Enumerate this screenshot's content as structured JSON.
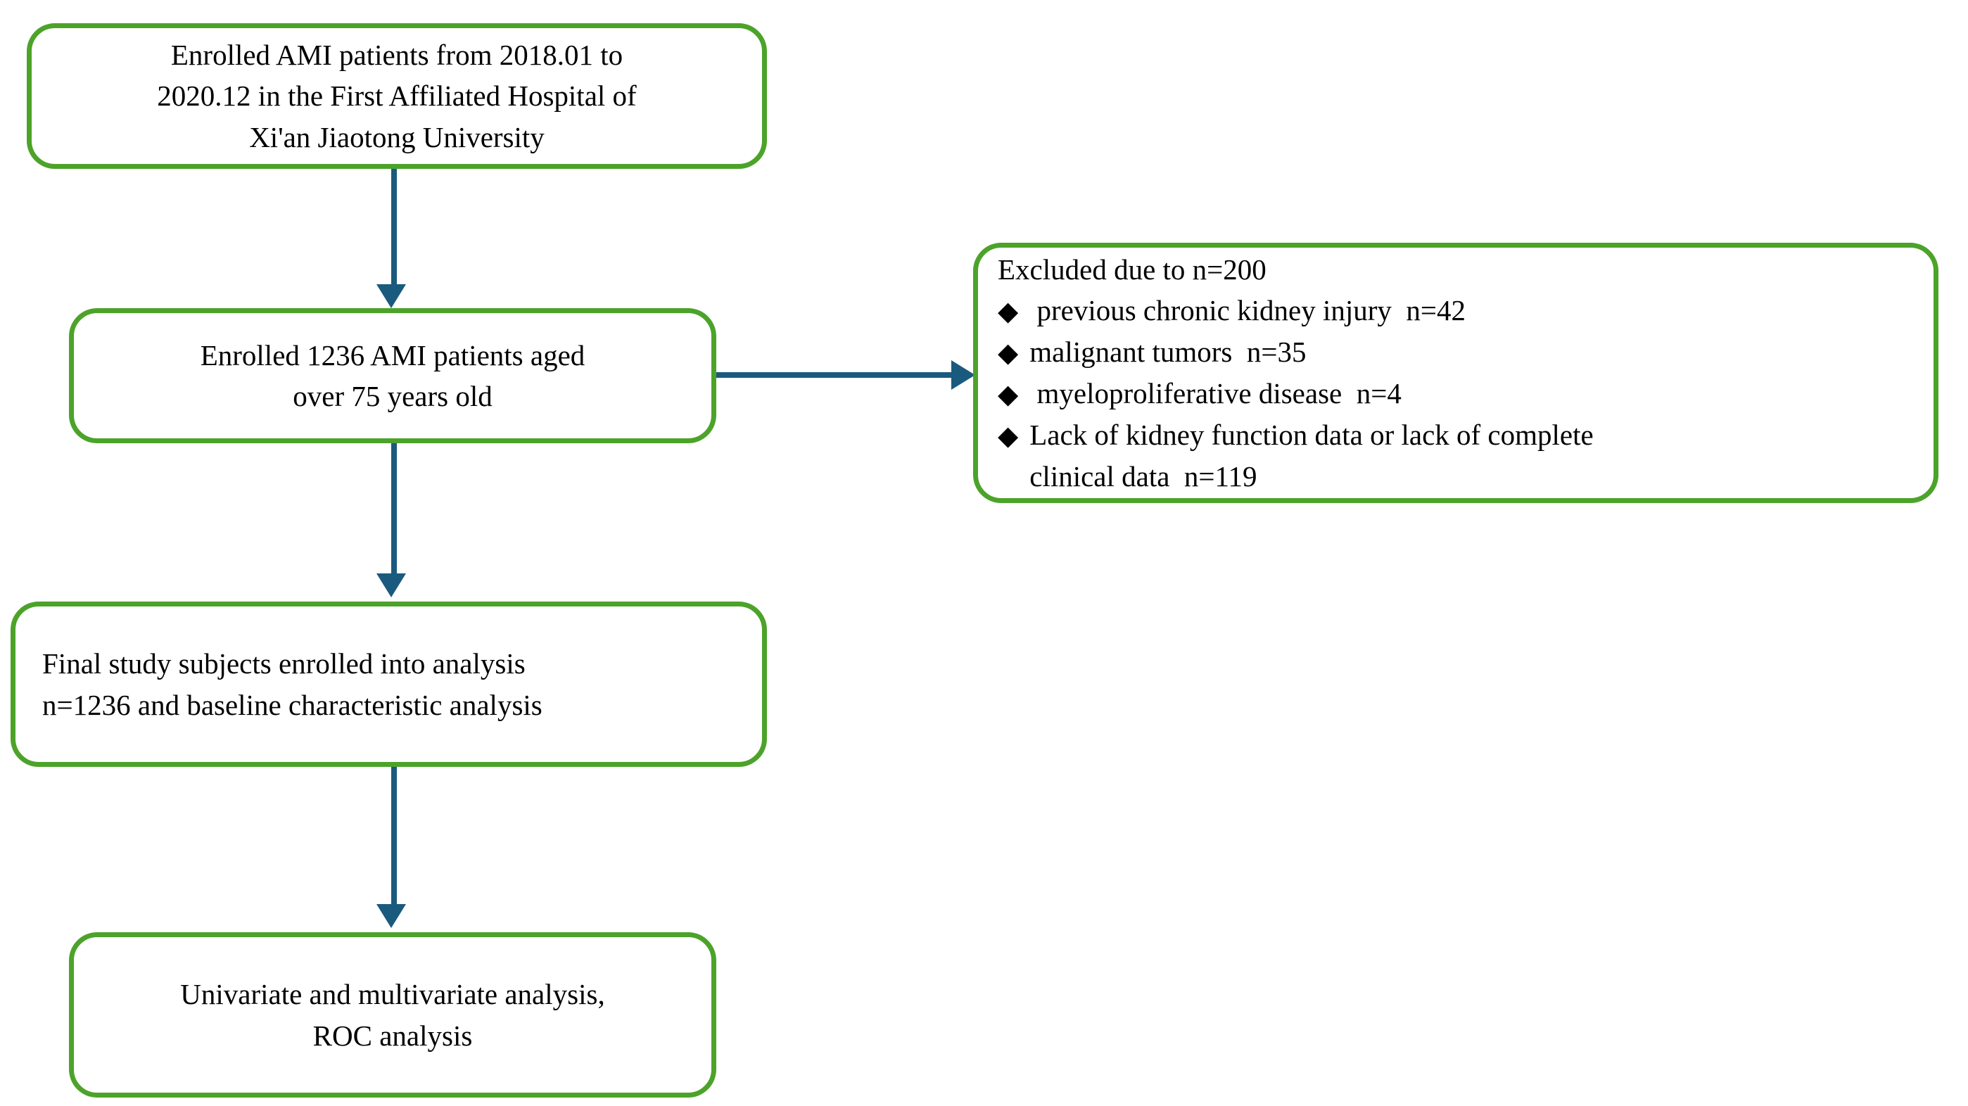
{
  "diagram": {
    "type": "study-flow-diagram",
    "colors": {
      "box_border": "#4CA32A",
      "connector": "#1A5A7E",
      "text": "#000000",
      "background": "#FFFFFF"
    },
    "nodes": {
      "enrollment_source": {
        "lines": [
          "Enrolled AMI patients from 2018.01 to",
          "2020.12 in the First Affiliated Hospital of",
          "Xi'an Jiaotong University"
        ]
      },
      "enrolled_cohort": {
        "lines": [
          "Enrolled 1236 AMI patients aged",
          "over 75 years old"
        ]
      },
      "final_subjects": {
        "lines": [
          "Final study subjects enrolled into analysis",
          "n=1236 and baseline characteristic analysis"
        ]
      },
      "analysis": {
        "lines": [
          "Univariate and multivariate analysis,",
          "ROC analysis"
        ]
      },
      "exclusions": {
        "heading": "Excluded due to n=200",
        "bullet_glyph": "◆",
        "items": [
          {
            "text": " previous chronic kidney injury  n=42"
          },
          {
            "text": "malignant tumors  n=35"
          },
          {
            "text": " myeloproliferative disease  n=4"
          },
          {
            "text": "Lack of kidney function data or lack of complete\nclinical data  n=119"
          }
        ]
      }
    },
    "connectors": [
      {
        "name": "source-to-cohort",
        "from": "enrollment_source",
        "to": "enrolled_cohort",
        "direction": "down"
      },
      {
        "name": "cohort-to-exclusions",
        "from": "enrolled_cohort",
        "to": "exclusions",
        "direction": "right"
      },
      {
        "name": "cohort-to-final",
        "from": "enrolled_cohort",
        "to": "final_subjects",
        "direction": "down"
      },
      {
        "name": "final-to-analysis",
        "from": "final_subjects",
        "to": "analysis",
        "direction": "down"
      }
    ]
  }
}
